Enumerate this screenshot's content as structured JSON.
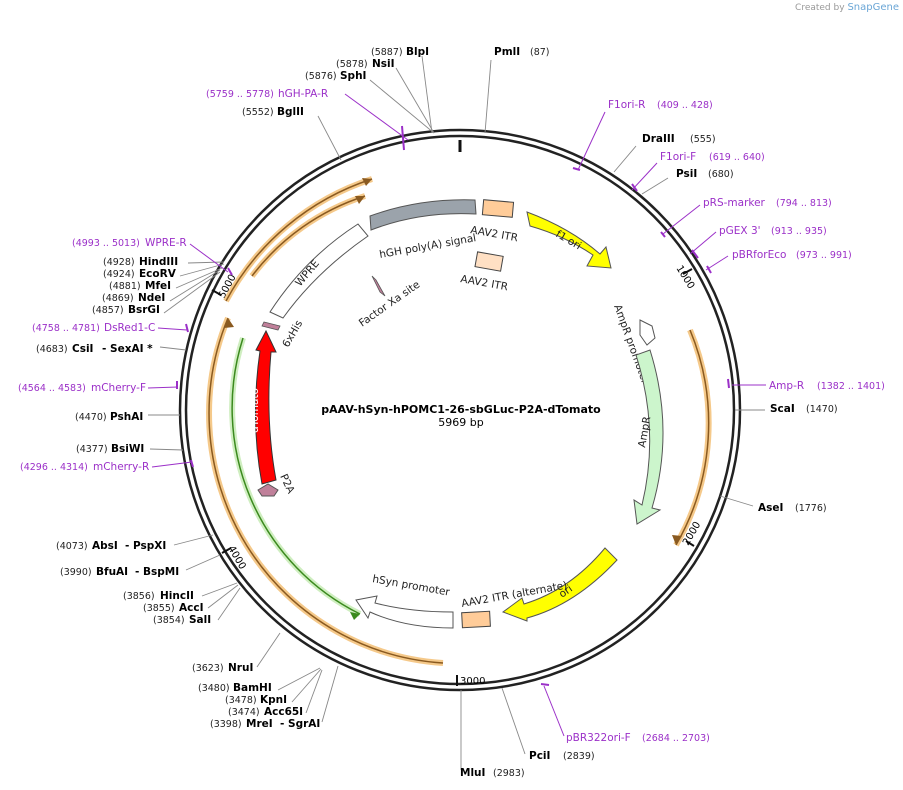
{
  "brand": {
    "created_by": "Created by",
    "app_name": "SnapGene"
  },
  "plasmid": {
    "name": "pAAV-hSyn-hPOMC1-26-sbGLuc-P2A-dTomato",
    "length_label": "5969 bp"
  },
  "ruler": [
    "1000",
    "2000",
    "3000",
    "4000",
    "5000"
  ],
  "enzymes": [
    {
      "id": "blpi",
      "name": "BlpI",
      "pos": "(5887)"
    },
    {
      "id": "nsii",
      "name": "NsiI",
      "pos": "(5878)"
    },
    {
      "id": "sphi",
      "name": "SphI",
      "pos": "(5876)"
    },
    {
      "id": "bglii",
      "name": "BglII",
      "pos": "(5552)"
    },
    {
      "id": "pmli",
      "name": "PmlI",
      "pos": "(87)"
    },
    {
      "id": "draiii",
      "name": "DraIII",
      "pos": "(555)"
    },
    {
      "id": "psii",
      "name": "PsiI",
      "pos": "(680)"
    },
    {
      "id": "scai",
      "name": "ScaI",
      "pos": "(1470)"
    },
    {
      "id": "asei",
      "name": "AseI",
      "pos": "(1776)"
    },
    {
      "id": "pcii",
      "name": "PciI",
      "pos": "(2839)"
    },
    {
      "id": "mlui",
      "name": "MluI",
      "pos": "(2983)"
    },
    {
      "id": "hindiii",
      "name": "HindIII",
      "pos": "(4928)"
    },
    {
      "id": "ecorv",
      "name": "EcoRV",
      "pos": "(4924)"
    },
    {
      "id": "mfei",
      "name": "MfeI",
      "pos": "(4881)"
    },
    {
      "id": "ndei",
      "name": "NdeI",
      "pos": "(4869)"
    },
    {
      "id": "bsrgi",
      "name": "BsrGI",
      "pos": "(4857)"
    },
    {
      "id": "csii",
      "name": "CsiI",
      "name2": "- SexAI *",
      "pos": "(4683)"
    },
    {
      "id": "pshai",
      "name": "PshAI",
      "pos": "(4470)"
    },
    {
      "id": "bsiwi",
      "name": "BsiWI",
      "pos": "(4377)"
    },
    {
      "id": "absi",
      "name": "AbsI",
      "name2": "- PspXI",
      "pos": "(4073)"
    },
    {
      "id": "bfuai",
      "name": "BfuAI",
      "name2": "- BspMI",
      "pos": "(3990)"
    },
    {
      "id": "hincii",
      "name": "HincII",
      "pos": "(3856)"
    },
    {
      "id": "acci",
      "name": "AccI",
      "pos": "(3855)"
    },
    {
      "id": "sali",
      "name": "SalI",
      "pos": "(3854)"
    },
    {
      "id": "nrui",
      "name": "NruI",
      "pos": "(3623)"
    },
    {
      "id": "bamhi",
      "name": "BamHI",
      "pos": "(3480)"
    },
    {
      "id": "kpni",
      "name": "KpnI",
      "pos": "(3478)"
    },
    {
      "id": "acc65i",
      "name": "Acc65I",
      "pos": "(3474)"
    },
    {
      "id": "mrei",
      "name": "MreI",
      "name2": "- SgrAI",
      "pos": "(3398)"
    }
  ],
  "primers": [
    {
      "id": "hgh-pa-r",
      "name": "hGH-PA-R",
      "range": "(5759 .. 5778)"
    },
    {
      "id": "f1ori-r",
      "name": "F1ori-R",
      "range": "(409 .. 428)"
    },
    {
      "id": "f1ori-f",
      "name": "F1ori-F",
      "range": "(619 .. 640)"
    },
    {
      "id": "prs-marker",
      "name": "pRS-marker",
      "range": "(794 .. 813)"
    },
    {
      "id": "pgex3",
      "name": "pGEX 3'",
      "range": "(913 .. 935)"
    },
    {
      "id": "pbrforeco",
      "name": "pBRforEco",
      "range": "(973 .. 991)"
    },
    {
      "id": "amp-r",
      "name": "Amp-R",
      "range": "(1382 .. 1401)"
    },
    {
      "id": "pbr322ori-f",
      "name": "pBR322ori-F",
      "range": "(2684 .. 2703)"
    },
    {
      "id": "wpre-r",
      "name": "WPRE-R",
      "range": "(4993 .. 5013)"
    },
    {
      "id": "dsred1-c",
      "name": "DsRed1-C",
      "range": "(4758 .. 4781)"
    },
    {
      "id": "mcherry-f",
      "name": "mCherry-F",
      "range": "(4564 .. 4583)"
    },
    {
      "id": "mcherry-r",
      "name": "mCherry-R",
      "range": "(4296 .. 4314)"
    }
  ],
  "features": {
    "hgh_polya": "hGH poly(A) signal",
    "aav2_itr_top": "AAV2 ITR",
    "aav2_itr_mid": "AAV2 ITR",
    "f1_ori": "f1 ori",
    "ampr_promoter": "AmpR promoter",
    "ampr": "AmpR",
    "ori": "ori",
    "aav2_itr_alt": "AAV2 ITR (alternate)",
    "hsyn_promoter": "hSyn promoter",
    "wpre": "WPRE",
    "factor_xa": "Factor Xa site",
    "his6": "6xHis",
    "dtomato": "dTomato",
    "p2a": "P2A"
  },
  "colors": {
    "backbone": "#222222",
    "primer": "#9b30c8",
    "f1ori": "#ffff00",
    "ori": "#ffff00",
    "ampr": "#ccf5cc",
    "dtomato": "#ff0000",
    "p2a": "#c0809a",
    "hgh": "#9ba3ab",
    "itr": "#ffcc99",
    "orf_orange": "#f0a24a",
    "orf_green": "#4caf2c"
  }
}
